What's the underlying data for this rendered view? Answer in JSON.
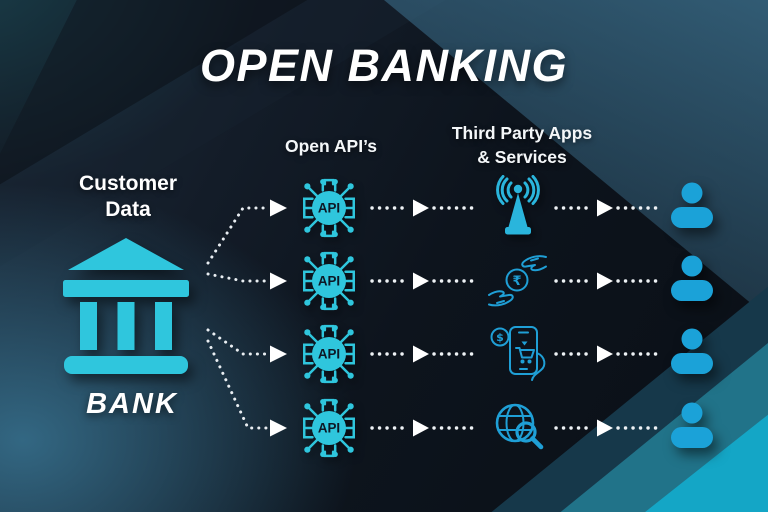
{
  "title": "OPEN BANKING",
  "bank": {
    "top_label_line1": "Customer",
    "top_label_line2": "Data",
    "bottom_label": "BANK",
    "icon": "bank-building-icon"
  },
  "headers": {
    "api_column": "Open API’s",
    "third_party_line1": "Third Party Apps",
    "third_party_line2": "& Services"
  },
  "api_chip_label": "API",
  "symbols": {
    "rupee": "₹",
    "dollar": "$"
  },
  "rows": [
    {
      "api_icon": "api-chip-icon",
      "service_icon": "broadcast-antenna-icon",
      "consumer_icon": "person-icon"
    },
    {
      "api_icon": "api-chip-icon",
      "service_icon": "hand-rupee-payment-icon",
      "consumer_icon": "person-icon"
    },
    {
      "api_icon": "api-chip-icon",
      "service_icon": "mobile-shopping-payment-icon",
      "consumer_icon": "person-icon"
    },
    {
      "api_icon": "api-chip-icon",
      "service_icon": "web-search-globe-icon",
      "consumer_icon": "person-icon"
    }
  ],
  "colors": {
    "background_dark": "#0d141d",
    "accent_cyan": "#2fc6dd",
    "person_blue": "#1ba2d8",
    "outline_blue": "#1f9fd6",
    "steel_band": "#3a6e8a",
    "corner_teal": "#217389",
    "corner_cyan": "#14a6c6",
    "arrow_white": "#eef2f5",
    "text_white": "#ffffff"
  }
}
